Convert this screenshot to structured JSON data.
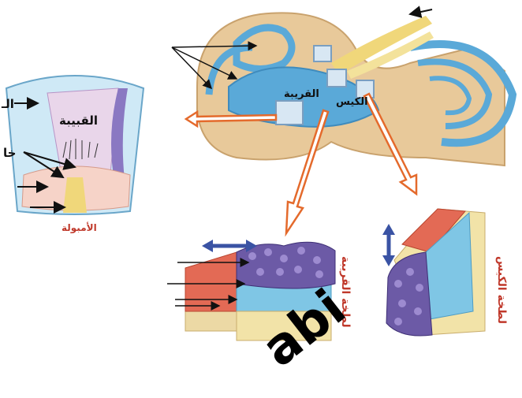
{
  "labels": {
    "saccule": "الكيس",
    "utricle": "القريبة",
    "cupula": "القبيبة",
    "ampulla": "الأمبولة",
    "cupula_side_left": "الـ",
    "hair_cells_left": "خا",
    "utricle_macula": "لطخة القريبة",
    "saccule_macula": "لطخة الكيس"
  },
  "watermark": "abi",
  "colors": {
    "endolymph_blue": "#5aa9d8",
    "bone": "#e8c99a",
    "nerve_yellow": "#f0d77a",
    "otolith_purple": "#6c5aa6",
    "arrow_orange": "#e46a2c",
    "movement_blue": "#3a53a4",
    "label_red": "#c0392b"
  }
}
